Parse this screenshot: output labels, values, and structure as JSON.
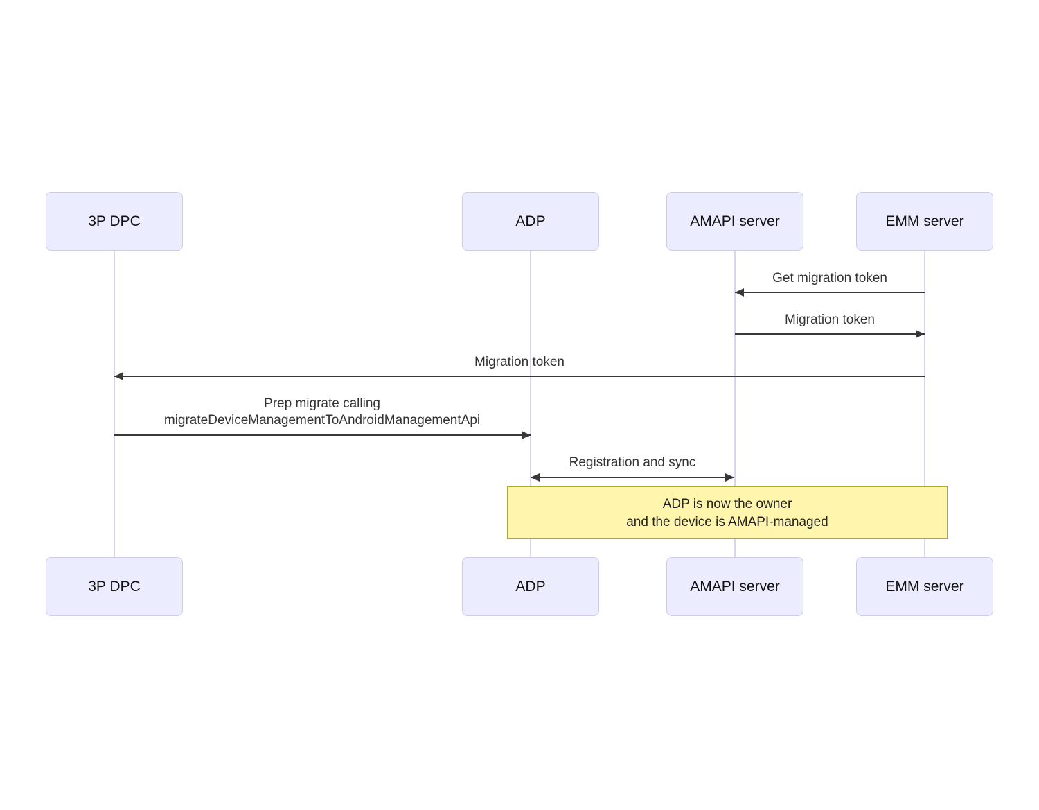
{
  "diagram": {
    "type": "sequence-diagram",
    "actors": [
      {
        "label": "3P DPC"
      },
      {
        "label": "ADP"
      },
      {
        "label": "AMAPI server"
      },
      {
        "label": "EMM server"
      }
    ],
    "messages": [
      {
        "text": "Get migration token",
        "from": "EMM server",
        "to": "AMAPI server",
        "bidirectional": false
      },
      {
        "text": "Migration token",
        "from": "AMAPI server",
        "to": "EMM server",
        "bidirectional": false
      },
      {
        "text": "Migration token",
        "from": "EMM server",
        "to": "3P DPC",
        "bidirectional": false
      },
      {
        "text_line1": "Prep migrate calling",
        "text_line2": "migrateDeviceManagementToAndroidManagementApi",
        "from": "3P DPC",
        "to": "ADP",
        "bidirectional": false
      },
      {
        "text": "Registration and sync",
        "from": "ADP",
        "to": "AMAPI server",
        "bidirectional": true
      }
    ],
    "note": {
      "text_line1": "ADP is now the owner",
      "text_line2": "and the device is AMAPI-managed",
      "spans_from": "ADP",
      "spans_to": "EMM server"
    },
    "colors": {
      "background": "#FFFFFF",
      "actor_fill": "#ECECFF",
      "actor_border": "#CFC9EA",
      "lifeline": "#DAD3F1",
      "arrow": "#393939",
      "message_text": "#333333",
      "note_fill": "#FFF5AD",
      "note_border": "#AAAA33",
      "note_text": "#222222"
    }
  }
}
